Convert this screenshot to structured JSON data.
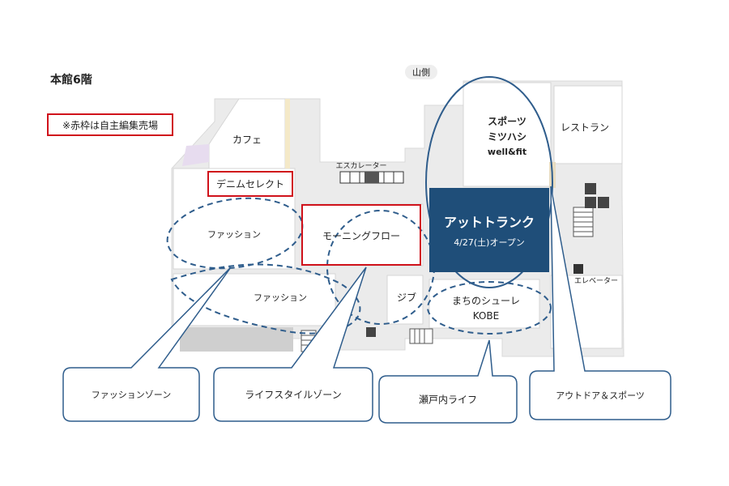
{
  "floor_title": "本館6階",
  "note": "※赤枠は自主編集売場",
  "direction_label": "山側",
  "escalator_label": "エスカレーター",
  "elevator_label": "エレベーター",
  "stores": {
    "cafe": "カフェ",
    "denim": "デニムセレクト",
    "fashion_upper": "ファッション",
    "fashion_lower": "ファッション",
    "morning_flow": "モーニングフロー",
    "jib": "ジブ",
    "machi_line1": "まちのシューレ",
    "machi_line2": "KOBE",
    "sports_line1": "スポーツ",
    "sports_line2": "ミツハシ",
    "sports_line3": "well&fit",
    "restaurant": "レストラン",
    "outlet_name": "アットトランク",
    "outlet_open": "4/27(土)オープン"
  },
  "zones": [
    {
      "label": "ファッションゾーン"
    },
    {
      "label": "ライフスタイルゾーン"
    },
    {
      "label": "瀬戸内ライフ"
    },
    {
      "label": "アウトドア＆スポーツ"
    }
  ],
  "colors": {
    "map_fill": "#ebebeb",
    "red_frame": "#d0121b",
    "zone_line": "#2f5d8c",
    "outlet_fill": "#1f4e79"
  }
}
